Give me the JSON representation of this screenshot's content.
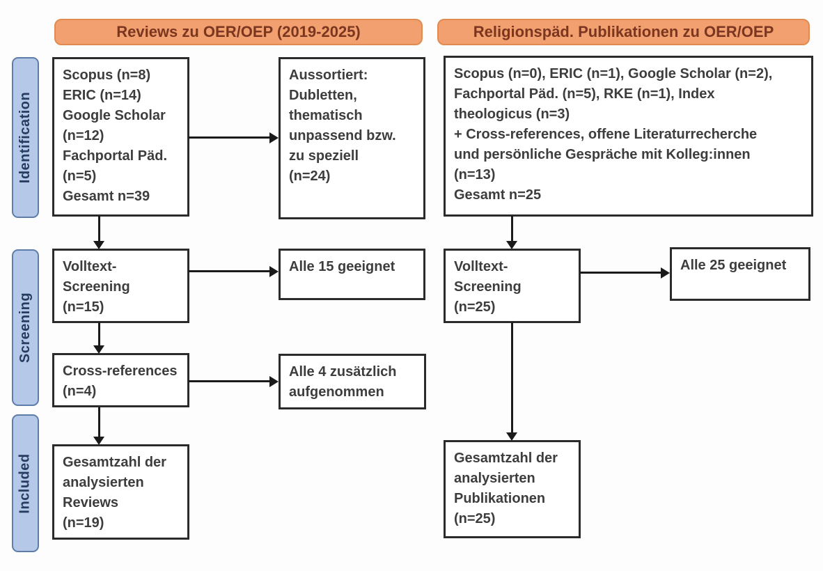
{
  "diagram": {
    "title_left": "Reviews zu OER/OEP (2019-2025)",
    "title_right": "Religionspäd. Publikationen zu OER/OEP",
    "stage_labels": {
      "identification": "Identification",
      "screening": "Screening",
      "included": "Included"
    },
    "boxes": {
      "left_sources": "Scopus (n=8)\nERIC (n=14)\nGoogle Scholar\n(n=12)\nFachportal Päd.\n(n=5)\nGesamt n=39",
      "left_excluded": "Aussortiert:\nDubletten,\nthematisch\nunpassend bzw.\nzu speziell\n(n=24)",
      "left_fulltext": "Volltext-\nScreening\n(n=15)",
      "left_fulltext_result": "Alle 15 geeignet",
      "left_crossref": "Cross-references\n(n=4)",
      "left_crossref_result": "Alle 4 zusätzlich\naufgenommen",
      "left_included": "Gesamtzahl der\nanalysierten\nReviews\n(n=19)",
      "right_sources": "Scopus (n=0), ERIC (n=1), Google Scholar (n=2),\nFachportal Päd. (n=5), RKE (n=1), Index\ntheologicus (n=3)\n+ Cross-references, offene Literaturrecherche\nund persönliche Gespräche mit Kolleg:innen\n(n=13)\nGesamt n=25",
      "right_fulltext": "Volltext-\nScreening\n(n=25)",
      "right_fulltext_result": "Alle 25 geeignet",
      "right_included": "Gesamtzahl der\nanalysierten\nPublikationen\n(n=25)"
    },
    "colors": {
      "header_fill": "#f2a06f",
      "header_border": "#e08b52",
      "header_text": "#7b3620",
      "stage_fill": "#b5c8e8",
      "stage_border": "#5d7da9",
      "stage_text": "#263c60",
      "box_border": "#2b2b2b",
      "box_text": "#3d3d3d",
      "arrow": "#1a1a1a"
    }
  }
}
